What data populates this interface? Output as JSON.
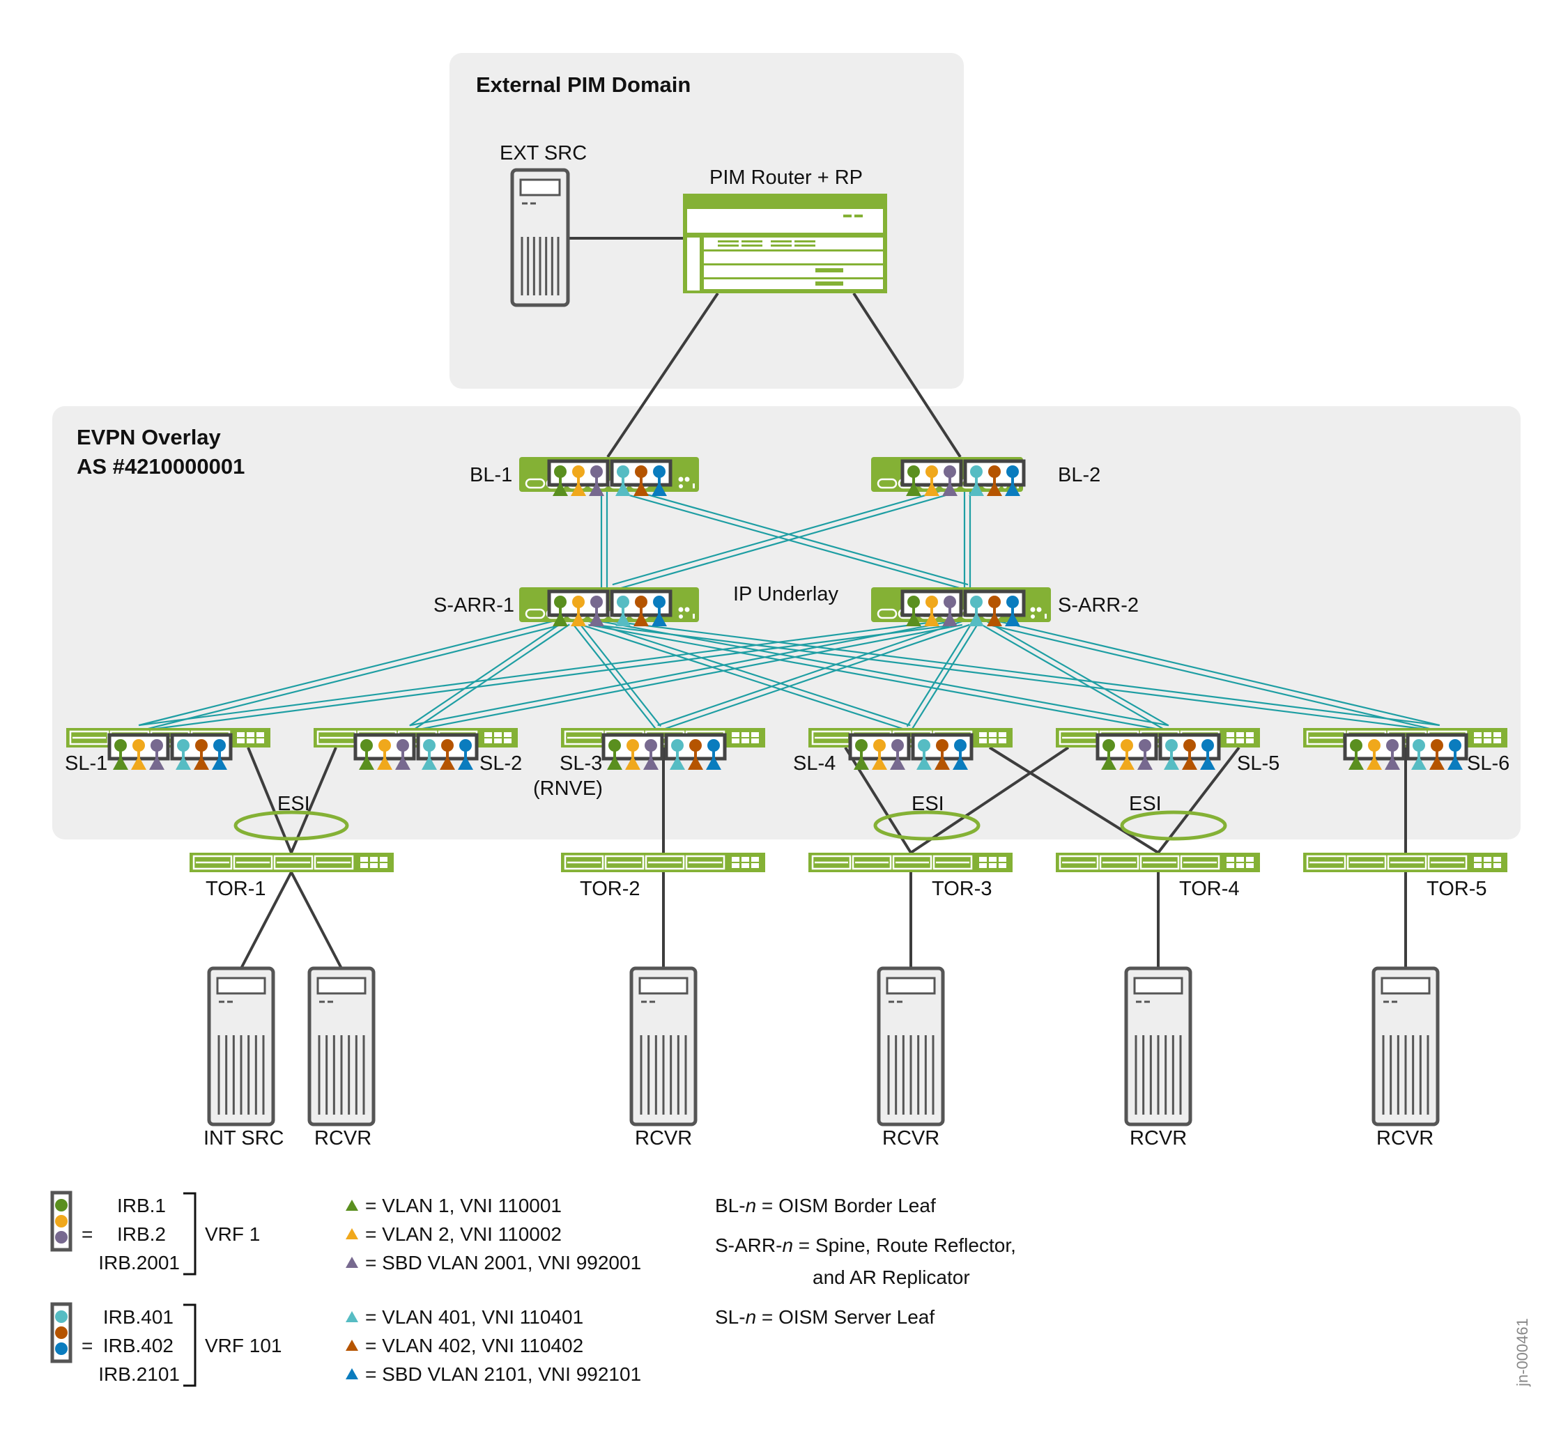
{
  "colors": {
    "switch_green": "#84b135",
    "panel_gray": "#eeeeee",
    "underlay_teal": "#1e9ea3",
    "link_dark": "#3d3d3d",
    "esi_ring": "#84b135",
    "irb_green": "#5a8f1f",
    "irb_yellow": "#f0a81c",
    "irb_purple": "#77698f",
    "irb_cyan": "#56bcc3",
    "irb_orange": "#b55400",
    "irb_blue": "#0a7cbe"
  },
  "domains": {
    "external": {
      "title": "External PIM Domain"
    },
    "evpn": {
      "title_line1": "EVPN Overlay",
      "title_line2": "AS #4210000001",
      "underlay_label": "IP Underlay"
    }
  },
  "external_nodes": {
    "ext_src": {
      "label": "EXT SRC",
      "icon": "server-icon"
    },
    "pim_router": {
      "label": "PIM Router + RP",
      "icon": "router-icon"
    }
  },
  "border_leaves": [
    {
      "id": "BL-1",
      "label": "BL-1"
    },
    {
      "id": "BL-2",
      "label": "BL-2"
    }
  ],
  "spines": [
    {
      "id": "S-ARR-1",
      "label": "S-ARR-1"
    },
    {
      "id": "S-ARR-2",
      "label": "S-ARR-2"
    }
  ],
  "server_leaves": [
    {
      "id": "SL-1",
      "label": "SL-1",
      "sublabel": ""
    },
    {
      "id": "SL-2",
      "label": "SL-2",
      "sublabel": ""
    },
    {
      "id": "SL-3",
      "label": "SL-3",
      "sublabel": "(RNVE)"
    },
    {
      "id": "SL-4",
      "label": "SL-4",
      "sublabel": ""
    },
    {
      "id": "SL-5",
      "label": "SL-5",
      "sublabel": ""
    },
    {
      "id": "SL-6",
      "label": "SL-6",
      "sublabel": ""
    }
  ],
  "esi_label": "ESI",
  "tors": [
    {
      "id": "TOR-1",
      "label": "TOR-1",
      "uplinks": [
        "SL-1",
        "SL-2"
      ],
      "esi": true
    },
    {
      "id": "TOR-2",
      "label": "TOR-2",
      "uplinks": [
        "SL-3"
      ],
      "esi": false
    },
    {
      "id": "TOR-3",
      "label": "TOR-3",
      "uplinks": [
        "SL-4",
        "SL-5"
      ],
      "esi": true
    },
    {
      "id": "TOR-4",
      "label": "TOR-4",
      "uplinks": [
        "SL-4",
        "SL-5"
      ],
      "esi": true
    },
    {
      "id": "TOR-5",
      "label": "TOR-5",
      "uplinks": [
        "SL-6"
      ],
      "esi": false
    }
  ],
  "hosts": [
    {
      "label": "INT SRC",
      "tor": "TOR-1"
    },
    {
      "label": "RCVR",
      "tor": "TOR-1"
    },
    {
      "label": "RCVR",
      "tor": "TOR-2"
    },
    {
      "label": "RCVR",
      "tor": "TOR-3"
    },
    {
      "label": "RCVR",
      "tor": "TOR-4"
    },
    {
      "label": "RCVR",
      "tor": "TOR-5"
    }
  ],
  "legend": {
    "vrfs": [
      {
        "name": "VRF 1",
        "irbs": [
          "IRB.1",
          "IRB.2",
          "IRB.2001"
        ],
        "dot_colors": [
          "#5a8f1f",
          "#f0a81c",
          "#77698f"
        ]
      },
      {
        "name": "VRF 101",
        "irbs": [
          "IRB.401",
          "IRB.402",
          "IRB.2101"
        ],
        "dot_colors": [
          "#56bcc3",
          "#b55400",
          "#0a7cbe"
        ]
      }
    ],
    "equals": "=",
    "vlans": [
      {
        "color": "#5a8f1f",
        "text": "= VLAN 1, VNI 110001"
      },
      {
        "color": "#f0a81c",
        "text": "= VLAN 2, VNI 110002"
      },
      {
        "color": "#77698f",
        "text": "= SBD VLAN 2001, VNI 992001"
      },
      {
        "color": "#56bcc3",
        "text": "= VLAN 401, VNI 110401"
      },
      {
        "color": "#b55400",
        "text": "= VLAN 402, VNI 110402"
      },
      {
        "color": "#0a7cbe",
        "text": "= SBD VLAN 2101, VNI 992101"
      }
    ],
    "roles": [
      {
        "prefix": "BL-",
        "n": "n",
        "text": " = OISM Border Leaf"
      },
      {
        "prefix": "S-ARR-",
        "n": "n",
        "text": " = Spine, Route Reflector,"
      },
      {
        "prefix": "",
        "n": "",
        "text": "and AR Replicator"
      },
      {
        "prefix": "SL-",
        "n": "n",
        "text": " = OISM Server Leaf"
      }
    ]
  },
  "doc_id": "jn-000461"
}
